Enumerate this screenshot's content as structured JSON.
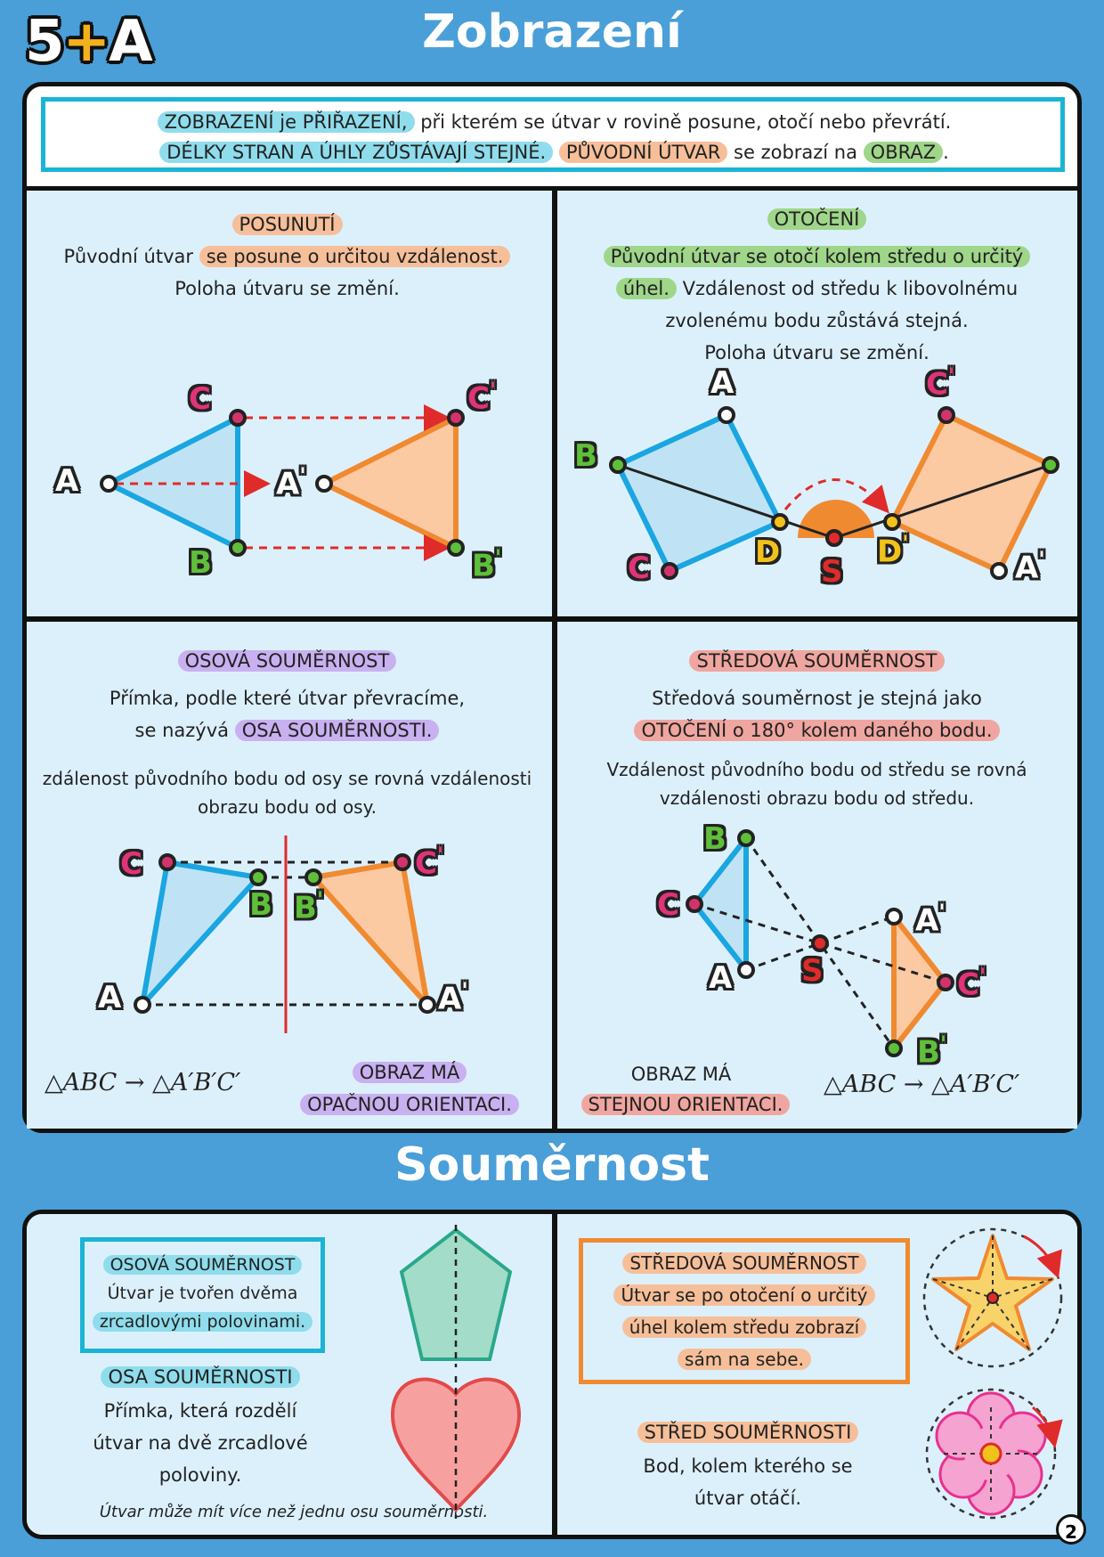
{
  "header": {
    "logo_left": "5",
    "logo_plus": "+",
    "logo_right": "A",
    "title": "Zobrazení"
  },
  "intro": {
    "hl1": "ZOBRAZENÍ je PŘIŘAZENÍ,",
    "t1": " při kterém se útvar v rovině posune, otočí nebo převrátí.",
    "hl2": "DÉLKY STRAN A ÚHLY ZŮSTÁVAJÍ STEJNÉ.",
    "t2": " ",
    "hl3": "PŮVODNÍ ÚTVAR",
    "t3": " se zobrazí na ",
    "hl4": "OBRAZ",
    "t4": "."
  },
  "posunuti": {
    "heading": "POSUNUTÍ",
    "l1a": "Původní útvar",
    "l1b": "se posune o určitou vzdálenost.",
    "l2": "Poloha útvaru se změní.",
    "labels": {
      "A": "A",
      "B": "B",
      "C": "C",
      "A2": "A",
      "B2": "B",
      "C2": "C",
      "prime": "'"
    }
  },
  "otoceni": {
    "heading": "OTOČENÍ",
    "l1": "Původní útvar se otočí kolem středu o určitý",
    "l2a": "úhel.",
    "l2b": " Vzdálenost od středu k libovolnému",
    "l3": "zvolenému bodu zůstává stejná.",
    "l4": "Poloha útvaru se změní.",
    "labels": {
      "A": "A",
      "B": "B",
      "C": "C",
      "D": "D",
      "S": "S",
      "C2": "C",
      "D2": "D",
      "A2": "A",
      "prime": "'"
    }
  },
  "osova": {
    "heading": "OSOVÁ SOUMĚRNOST",
    "l1": "Přímka, podle které útvar převracíme,",
    "l2a": "se nazývá ",
    "l2b": "OSA SOUMĚRNOSTI.",
    "l3": "zdálenost původního bodu od osy se rovná vzdálenosti",
    "l4": "obrazu bodu od osy.",
    "formula": "△ABC → △A′B′C′",
    "note1": "OBRAZ MÁ",
    "note2": "OPAČNOU ORIENTACI.",
    "labels": {
      "A": "A",
      "B": "B",
      "C": "C",
      "A2": "A",
      "B2": "B",
      "C2": "C",
      "prime": "'"
    }
  },
  "stredova": {
    "heading": "STŘEDOVÁ SOUMĚRNOST",
    "l1": "Středová souměrnost je stejná jako",
    "l2": "OTOČENÍ o 180° kolem daného bodu.",
    "l3": "Vzdálenost původního bodu od středu se rovná",
    "l4": "vzdálenosti obrazu bodu od středu.",
    "note1": "OBRAZ MÁ",
    "note2": "STEJNOU ORIENTACI.",
    "formula": "△ABC → △A′B′C′",
    "labels": {
      "A": "A",
      "B": "B",
      "C": "C",
      "S": "S",
      "A2": "A",
      "B2": "B",
      "C2": "C",
      "prime": "'"
    }
  },
  "soumernost": {
    "title": "Souměrnost",
    "box1_h": "OSOVÁ SOUMĚRNOST",
    "box1_l1": "Útvar je tvořen dvěma",
    "box1_l2": "zrcadlovými polovinami.",
    "osa_h": "OSA SOUMĚRNOSTI",
    "osa_l1": "Přímka, která rozdělí",
    "osa_l2": "útvar na dvě zrcadlové",
    "osa_l3": "poloviny.",
    "note": "Útvar může mít více než jednu osu souměrnosti.",
    "box2_h": "STŘEDOVÁ SOUMĚRNOST",
    "box2_l1": "Útvar se po otočení o určitý",
    "box2_l2": "úhel kolem středu zobrazí",
    "box2_l3": "sám na sebe.",
    "stred_h": "STŘED SOUMĚRNOSTI",
    "stred_l1": "Bod, kolem kterého se",
    "stred_l2": "útvar otáčí."
  },
  "page_number": "2",
  "colors": {
    "background": "#4a9fd8",
    "cyan": "#1ab4d6",
    "orange": "#f08a30",
    "panel_fill": "#dcf0fc"
  }
}
